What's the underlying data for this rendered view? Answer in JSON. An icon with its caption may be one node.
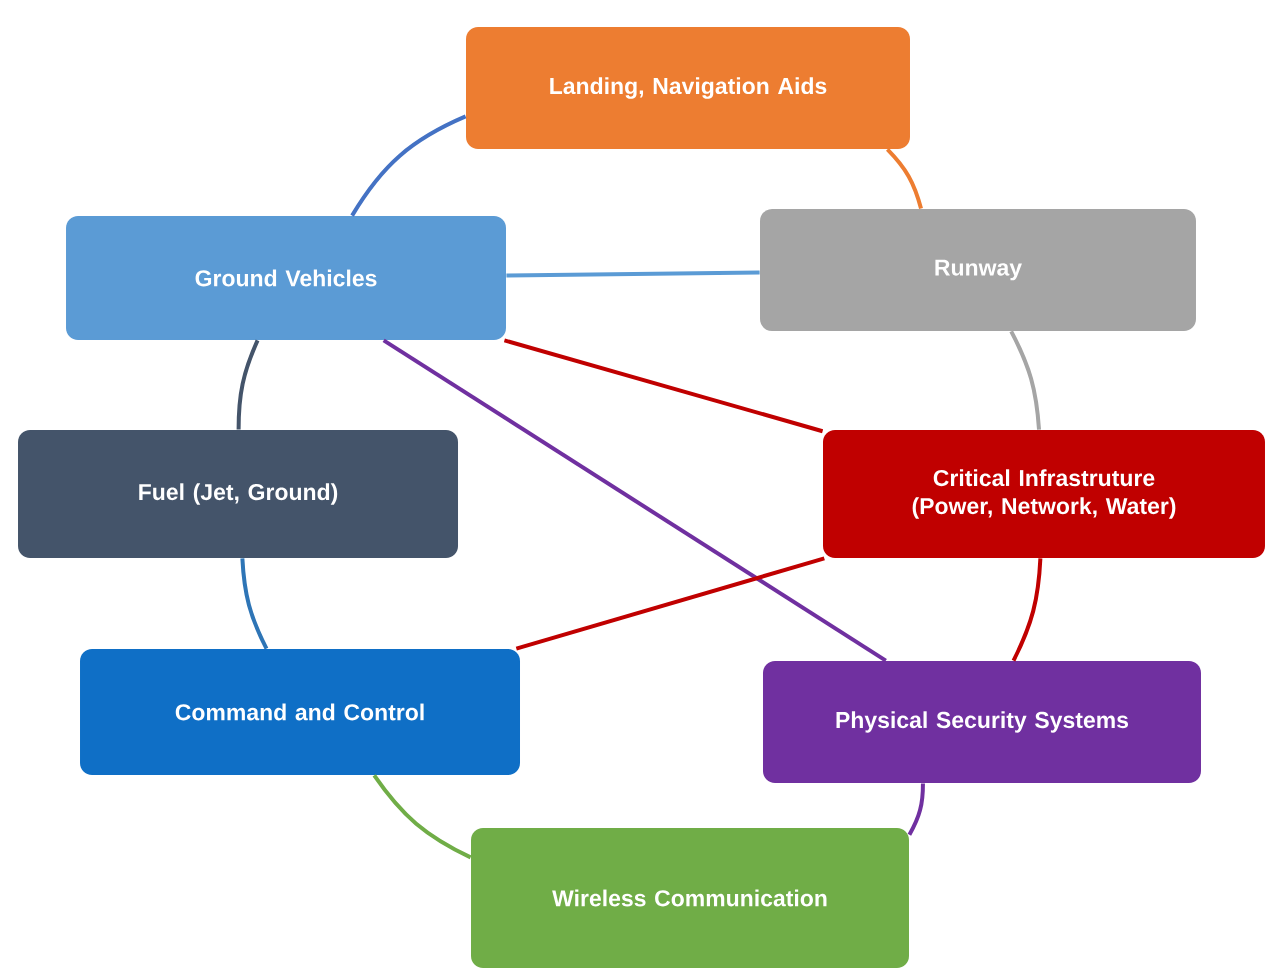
{
  "diagram": {
    "nodes": [
      {
        "text": [
          "Landing, Navigation Aids"
        ]
      },
      {
        "text": [
          "Ground Vehicles"
        ]
      },
      {
        "text": [
          "Runway"
        ]
      },
      {
        "text": [
          "Fuel (Jet, Ground)"
        ]
      },
      {
        "text": [
          "Critical Infrastruture (Power, Network, Water)"
        ]
      },
      {
        "text": [
          "Command and Control"
        ]
      },
      {
        "text": [
          "Physical Security Systems"
        ]
      },
      {
        "text": [
          "Wireless Communication"
        ]
      }
    ],
    "edges": [
      {
        "from": 0,
        "to": 1,
        "arrow": "none",
        "color": "#4472c4"
      },
      {
        "from": 0,
        "to": 2,
        "arrow": "none",
        "color": "#ed7d31"
      },
      {
        "from": 1,
        "to": 2,
        "arrow": "none",
        "color": "#5b9bd5"
      },
      {
        "from": 1,
        "to": 3,
        "arrow": "none",
        "color": "#44546a"
      },
      {
        "from": 2,
        "to": 4,
        "arrow": "none",
        "color": "#a5a5a5"
      },
      {
        "from": 1,
        "to": 4,
        "arrow": "none",
        "color": "#c00000"
      },
      {
        "from": 1,
        "to": 6,
        "arrow": "none",
        "color": "#7030a0"
      },
      {
        "from": 3,
        "to": 5,
        "arrow": "none",
        "color": "#2e75b6"
      },
      {
        "from": 5,
        "to": 4,
        "arrow": "none",
        "color": "#c00000"
      },
      {
        "from": 4,
        "to": 6,
        "arrow": "none",
        "color": "#c00000"
      },
      {
        "from": 5,
        "to": 7,
        "arrow": "none",
        "color": "#70ad47"
      },
      {
        "from": 6,
        "to": 7,
        "arrow": "none",
        "color": "#7030a0"
      }
    ]
  }
}
